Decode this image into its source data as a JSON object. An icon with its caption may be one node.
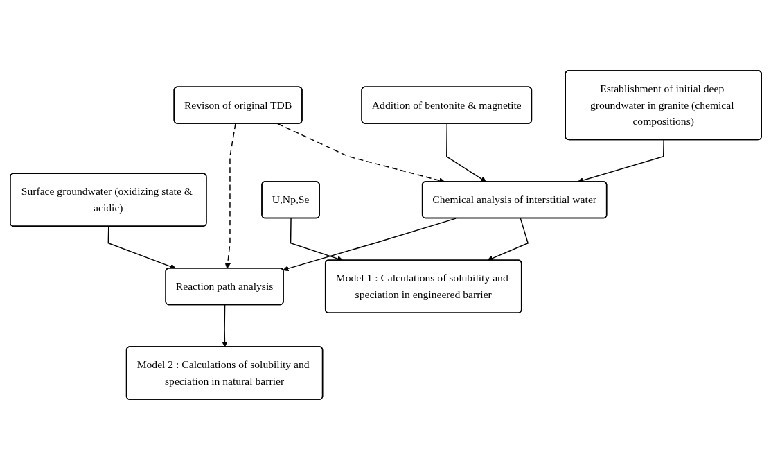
{
  "diagram": {
    "nodes": [
      {
        "text": [
          "Establishment of initial deep groundwater in granite (chemical compositions)"
        ]
      },
      {
        "text": [
          "Addition of bentonite & magnetite"
        ]
      },
      {
        "text": [
          "Revison of original TDB"
        ]
      },
      {
        "text": [
          "Surface groundwater (oxidizing state & acidic)"
        ]
      },
      {
        "text": [
          "Chemical analysis of interstitial water"
        ]
      },
      {
        "text": [
          "Reaction path analysis"
        ]
      },
      {
        "text": [
          "U,Np,Se"
        ]
      },
      {
        "text": [
          "Model 1 : Calculations of solubility and speciation in engineered barrier"
        ]
      },
      {
        "text": [
          "Model 2 : Calculations of solubility and speciation in natural barrier"
        ]
      }
    ],
    "edges": [
      {
        "from": 0,
        "to": 4,
        "arrow": "to"
      },
      {
        "from": 1,
        "to": 4,
        "arrow": "to"
      },
      {
        "from": 2,
        "to": 4,
        "arrow": "to",
        "style": "dashed"
      },
      {
        "from": 2,
        "to": 5,
        "arrow": "to",
        "style": "dashed"
      },
      {
        "from": 3,
        "to": 5,
        "arrow": "to"
      },
      {
        "from": 4,
        "to": 7,
        "arrow": "to"
      },
      {
        "from": 6,
        "to": 7,
        "arrow": "to"
      },
      {
        "from": 4,
        "to": 5,
        "arrow": "to"
      },
      {
        "from": 5,
        "to": 8,
        "arrow": "to"
      }
    ]
  }
}
